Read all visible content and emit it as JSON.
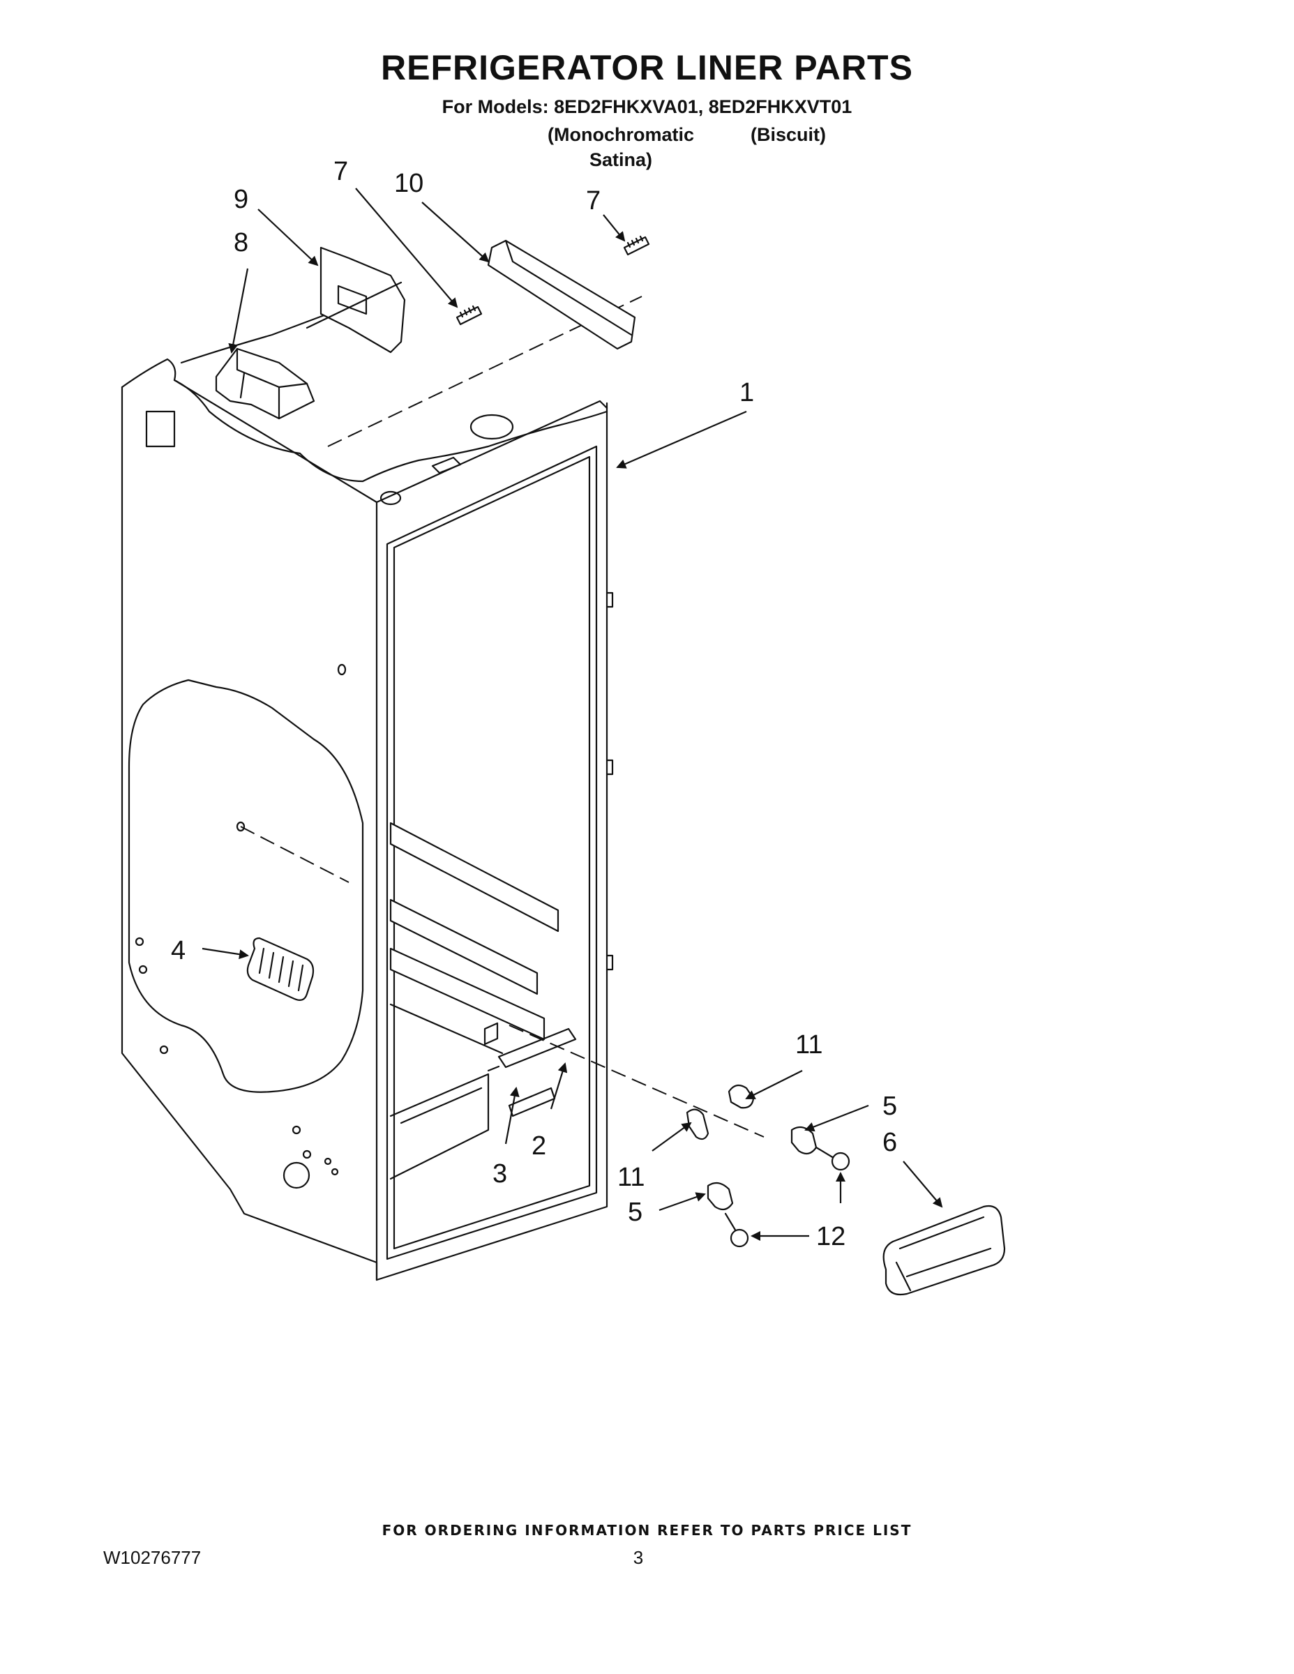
{
  "header": {
    "title": "REFRIGERATOR LINER PARTS",
    "models_line": "For Models: 8ED2FHKXVA01, 8ED2FHKXVT01",
    "variant_a_line1": "(Monochromatic",
    "variant_a_line2": "Satina)",
    "variant_b": "(Biscuit)"
  },
  "callouts": {
    "c1": "1",
    "c2": "2",
    "c3": "3",
    "c4": "4",
    "c5a": "5",
    "c5b": "5",
    "c6": "6",
    "c7a": "7",
    "c7b": "7",
    "c8": "8",
    "c9": "9",
    "c10": "10",
    "c11a": "11",
    "c11b": "11",
    "c12": "12"
  },
  "footer": {
    "note": "FOR ORDERING INFORMATION REFER TO PARTS PRICE LIST",
    "doc_number": "W10276777",
    "page_number": "3"
  }
}
